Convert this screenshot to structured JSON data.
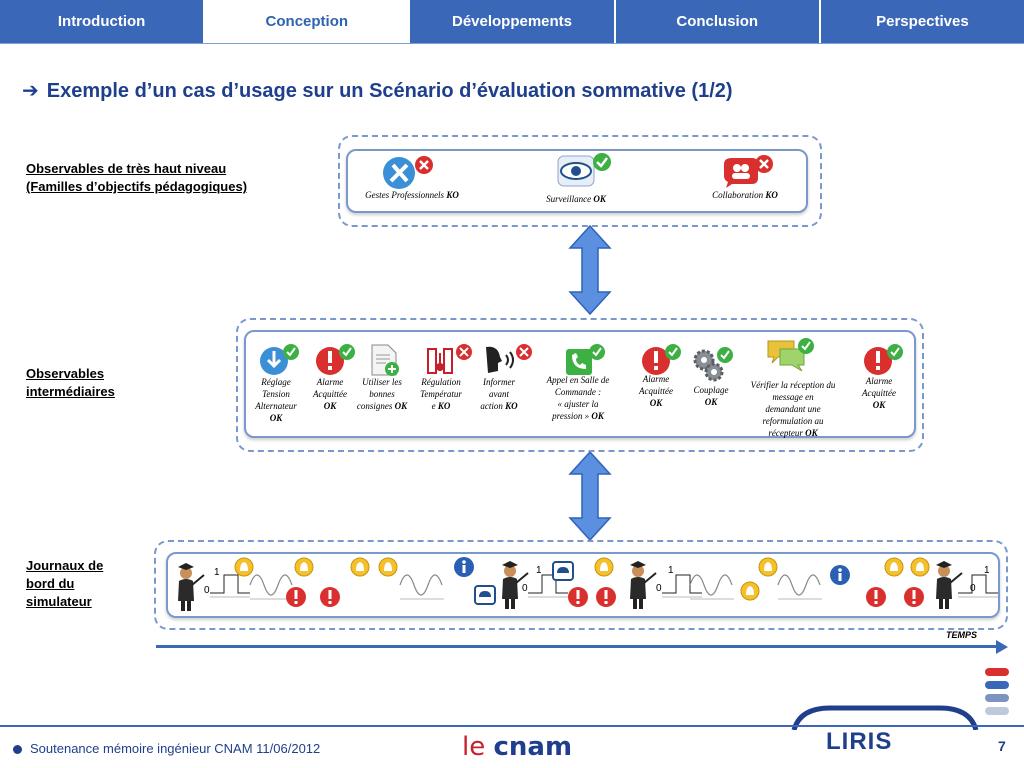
{
  "nav": {
    "tabs": [
      "Introduction",
      "Conception",
      "Développements",
      "Conclusion",
      "Perspectives"
    ],
    "active": "Conception"
  },
  "slide": {
    "title": "Exemple d’un cas d’usage sur un Scénario d’évaluation sommative (1/2)"
  },
  "labels": {
    "high_level_1": "Observables de très haut niveau",
    "high_level_2": "(Familles d’objectifs pédagogiques)",
    "intermediate_1": "Observables",
    "intermediate_2": "intermédiaires",
    "logs_1": "Journaux de",
    "logs_2": "bord du",
    "logs_3": "simulateur"
  },
  "high_level": [
    {
      "text": "Gestes Professionnels ",
      "status": "KO"
    },
    {
      "text": "Surveillance ",
      "status": "OK"
    },
    {
      "text": "Collaboration ",
      "status": "KO"
    }
  ],
  "intermediate": [
    {
      "lines": [
        "Réglage",
        "Tension",
        "Alternateur"
      ],
      "status": "OK"
    },
    {
      "lines": [
        "Alarme",
        "Acquittée"
      ],
      "status": "OK"
    },
    {
      "lines": [
        "Utiliser les",
        "bonnes",
        "consignes"
      ],
      "status": "OK"
    },
    {
      "lines": [
        "Régulation",
        "Températur",
        "e"
      ],
      "status": "KO"
    },
    {
      "lines": [
        "Informer",
        "avant",
        "action"
      ],
      "status": "KO"
    },
    {
      "lines": [
        "Appel en Salle de",
        "Commande :",
        "« ajuster la",
        "pression »"
      ],
      "status": "OK"
    },
    {
      "lines": [
        "Alarme",
        "Acquittée"
      ],
      "status": "OK"
    },
    {
      "lines": [
        "Couplage"
      ],
      "status": "OK"
    },
    {
      "lines": [
        "Vérifier la réception du",
        "message en",
        "demandant une",
        "reformulation au",
        "récepteur"
      ],
      "status": "OK"
    },
    {
      "lines": [
        "Alarme",
        "Acquittée"
      ],
      "status": "OK"
    }
  ],
  "logs": {
    "signal_high": "1",
    "signal_low": "0",
    "timeline_label": "TEMPS"
  },
  "footer": {
    "text": "Soutenance mémoire ingénieur CNAM 11/06/2012",
    "logo_cnam_le": "le ",
    "logo_cnam": "cnam",
    "logo_liris": "LIRIS",
    "page": "7"
  },
  "colors": {
    "tab_bg": "#3a67b8",
    "tab_active_text": "#2e63b3",
    "title": "#1f3f8c",
    "ok": "#3cb043",
    "ko": "#d9302f",
    "panel_border": "#7a98cc",
    "arrow": "#5b8fe0"
  },
  "icons": [
    "tools-icon",
    "eye-icon",
    "group-icon",
    "download-icon",
    "alarm-icon",
    "document-add-icon",
    "thermometer-icon",
    "speaker-icon",
    "phone-icon",
    "gears-icon",
    "chat-icon",
    "info-icon",
    "teacher-icon",
    "bell-icon",
    "check-badge-icon",
    "cross-badge-icon"
  ]
}
